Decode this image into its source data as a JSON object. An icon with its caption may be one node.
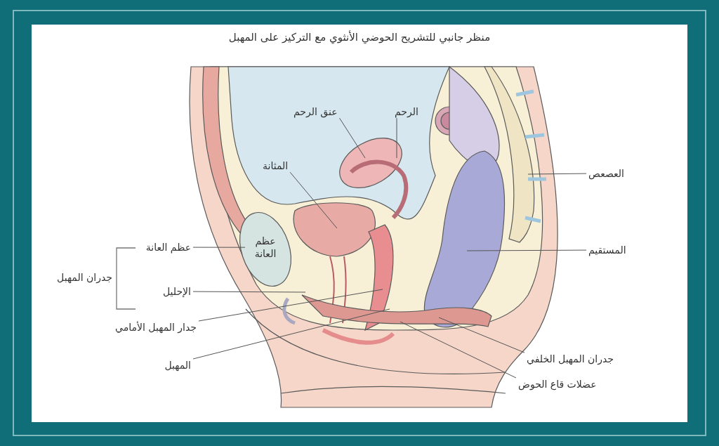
{
  "diagram": {
    "title": "منظر جانبي للتشريح الحوضي الأنثوي مع التركيز على المهبل",
    "nodes": [
      {
        "text": [
          "عنق الرحم"
        ]
      },
      {
        "text": [
          "الرحم"
        ]
      },
      {
        "text": [
          "المثانة"
        ]
      },
      {
        "text": [
          "عظم العانة"
        ]
      },
      {
        "text": [
          "عظم العانة"
        ]
      },
      {
        "text": [
          "الإحليل"
        ]
      },
      {
        "text": [
          "جدار المهبل الأمامي"
        ]
      },
      {
        "text": [
          "المهبل"
        ]
      },
      {
        "text": [
          "العصعص"
        ]
      },
      {
        "text": [
          "المستقيم"
        ]
      },
      {
        "text": [
          "جدران المهبل الخلفي"
        ]
      },
      {
        "text": [
          "عضلات قاع الحوض"
        ]
      }
    ],
    "edges": [
      {
        "from": 0,
        "to": null,
        "arrow": "none"
      },
      {
        "from": 1,
        "to": null,
        "arrow": "none"
      },
      {
        "from": 2,
        "to": null,
        "arrow": "none"
      },
      {
        "from": 4,
        "to": 3,
        "arrow": "none"
      },
      {
        "from": 5,
        "to": null,
        "arrow": "none"
      },
      {
        "from": 6,
        "to": null,
        "arrow": "none"
      },
      {
        "from": 7,
        "to": null,
        "arrow": "none"
      },
      {
        "from": 8,
        "to": null,
        "arrow": "none"
      },
      {
        "from": 9,
        "to": null,
        "arrow": "none"
      },
      {
        "from": 10,
        "to": null,
        "arrow": "none"
      },
      {
        "from": 11,
        "to": null,
        "arrow": "none"
      }
    ],
    "labels": [
      "جدران المهبل"
    ]
  }
}
